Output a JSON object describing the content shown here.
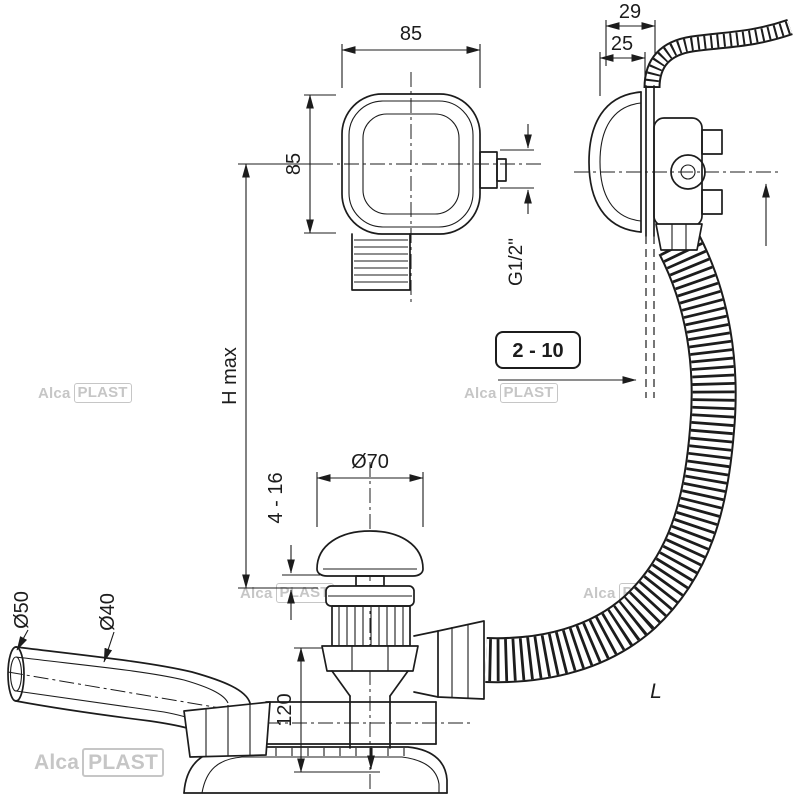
{
  "page": {
    "background": "#ffffff",
    "line_color": "#1c1c1c",
    "watermark_color": "#c6c6c6",
    "description": "Technical dimension drawing of a bath waste, overflow and filling set with corrugated hose"
  },
  "labels": {
    "head_width": "85",
    "head_height": "85",
    "overflow_depth": "29",
    "overflow_inset": "25",
    "thread_size": "G1/2\"",
    "installation_height": "H max",
    "wall_thickness_range": "2 - 10",
    "plug_diameter": "Ø70",
    "bath_thickness_range": "4 - 16",
    "outlet_outer_diameter": "Ø50",
    "outlet_inner_diameter": "Ø40",
    "trap_height": "120",
    "hose_length": "L"
  },
  "watermark": {
    "alca": "Alca",
    "plast": "PLAST"
  }
}
